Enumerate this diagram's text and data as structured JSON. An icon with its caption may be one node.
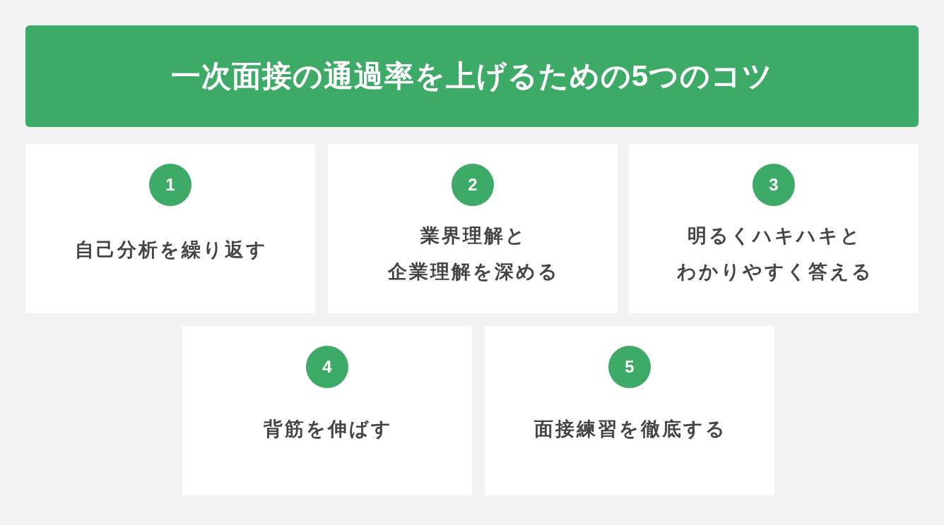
{
  "diagram": {
    "title": "一次面接の通過率を上げるための5つのコツ",
    "nodes": [
      {
        "text": [
          "自己分析を繰り返す"
        ]
      },
      {
        "text": [
          "1"
        ],
        "in": 0
      },
      {
        "text": [
          "業界理解と企業理解を深める"
        ]
      },
      {
        "text": [
          "2"
        ],
        "in": 2
      },
      {
        "text": [
          "明るくハキハキとわかりやすく答える"
        ]
      },
      {
        "text": [
          "3"
        ],
        "in": 4
      },
      {
        "text": [
          "背筋を伸ばす"
        ]
      },
      {
        "text": [
          "4"
        ],
        "in": 6
      },
      {
        "text": [
          "面接練習を徹底する"
        ]
      },
      {
        "text": [
          "5"
        ],
        "in": 8
      }
    ]
  }
}
